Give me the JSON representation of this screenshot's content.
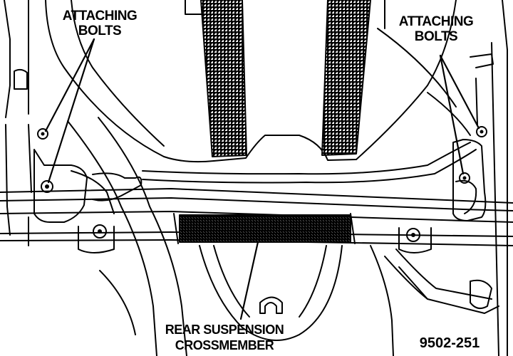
{
  "labels": {
    "left": {
      "line1": "ATTACHING",
      "line2": "BOLTS"
    },
    "right": {
      "line1": "ATTACHING",
      "line2": "BOLTS"
    },
    "bottom": {
      "line1": "REAR SUSPENSION",
      "line2": "CROSSMEMBER"
    }
  },
  "figure_number": "9502-251",
  "colors": {
    "ink": "#000000",
    "paper": "#ffffff"
  }
}
